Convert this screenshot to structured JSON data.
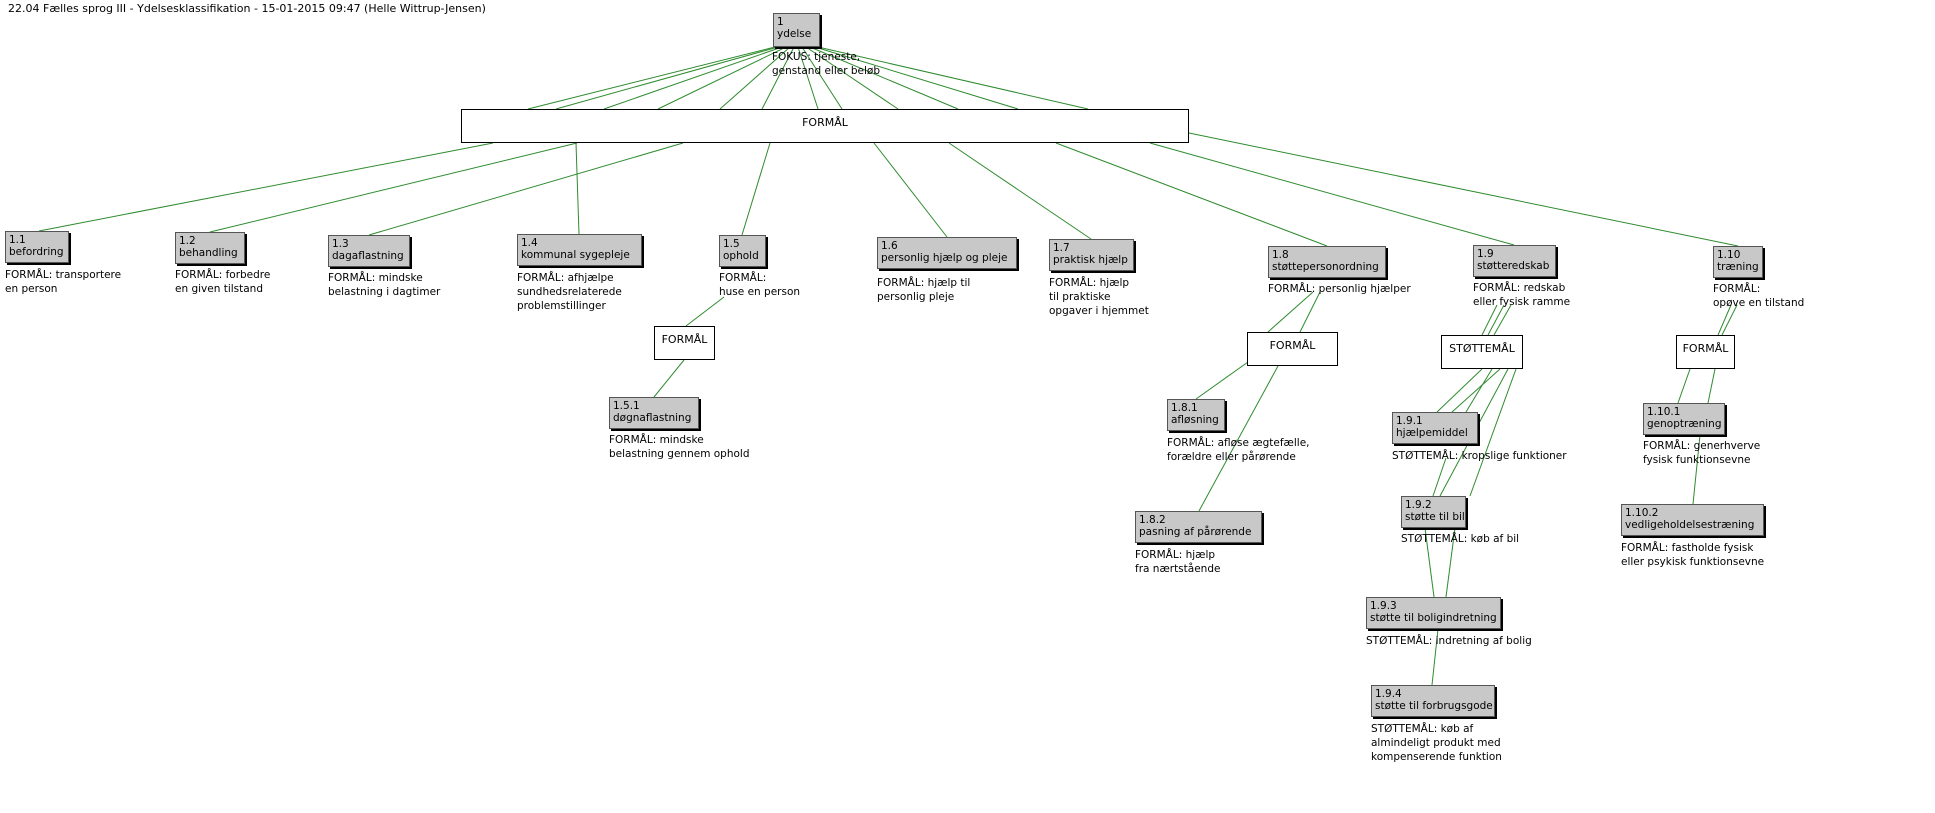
{
  "title": "22.04 Fælles sprog III - Ydelsesklassifikation - 15-01-2015 09:47 (Helle Wittrup-Jensen)",
  "root": {
    "num": "1",
    "label": "ydelse",
    "desc": [
      "FOKUS: tjeneste,",
      "genstand eller beløb"
    ]
  },
  "groups": {
    "top": "FORMÅL",
    "n15": "FORMÅL",
    "n18": "FORMÅL",
    "n19": "STØTTEMÅL",
    "n110": "FORMÅL"
  },
  "nodes": [
    {
      "id": "n11",
      "num": "1.1",
      "label": "befordring",
      "desc": [
        "FORMÅL: transportere",
        "en person"
      ]
    },
    {
      "id": "n12",
      "num": "1.2",
      "label": "behandling",
      "desc": [
        "FORMÅL: forbedre",
        "en given tilstand"
      ]
    },
    {
      "id": "n13",
      "num": "1.3",
      "label": "dagaflastning",
      "desc": [
        "FORMÅL: mindske",
        "belastning i dagtimer"
      ]
    },
    {
      "id": "n14",
      "num": "1.4",
      "label": "kommunal sygepleje",
      "desc": [
        "FORMÅL: afhjælpe",
        "sundhedsrelaterede",
        "problemstillinger"
      ]
    },
    {
      "id": "n15",
      "num": "1.5",
      "label": "ophold",
      "desc": [
        "FORMÅL:",
        "huse en person"
      ]
    },
    {
      "id": "n151",
      "num": "1.5.1",
      "label": "døgnaflastning",
      "desc": [
        "FORMÅL: mindske",
        "belastning gennem ophold"
      ]
    },
    {
      "id": "n16",
      "num": "1.6",
      "label": "personlig hjælp og pleje",
      "desc": [
        "FORMÅL: hjælp til",
        "personlig pleje"
      ]
    },
    {
      "id": "n17",
      "num": "1.7",
      "label": "praktisk hjælp",
      "desc": [
        "FORMÅL: hjælp",
        "til praktiske",
        "opgaver i hjemmet"
      ]
    },
    {
      "id": "n18",
      "num": "1.8",
      "label": "støttepersonordning",
      "desc": [
        "FORMÅL: personlig hjælper"
      ]
    },
    {
      "id": "n181",
      "num": "1.8.1",
      "label": "afløsning",
      "desc": [
        "FORMÅL: afløse ægtefælle,",
        "forældre eller pårørende"
      ]
    },
    {
      "id": "n182",
      "num": "1.8.2",
      "label": "pasning af pårørende",
      "desc": [
        "FORMÅL: hjælp",
        "fra nærtstående"
      ]
    },
    {
      "id": "n19",
      "num": "1.9",
      "label": "støtteredskab",
      "desc": [
        "FORMÅL: redskab",
        "eller fysisk ramme"
      ]
    },
    {
      "id": "n191",
      "num": "1.9.1",
      "label": "hjælpemiddel",
      "desc": [
        "STØTTEMÅL: kropslige funktioner"
      ]
    },
    {
      "id": "n192",
      "num": "1.9.2",
      "label": "støtte til bil",
      "desc": [
        "STØTTEMÅL: køb af bil"
      ]
    },
    {
      "id": "n193",
      "num": "1.9.3",
      "label": "støtte til boligindretning",
      "desc": [
        "STØTTEMÅL: indretning af bolig"
      ]
    },
    {
      "id": "n194",
      "num": "1.9.4",
      "label": "støtte til forbrugsgode",
      "desc": [
        "STØTTEMÅL: køb af",
        "almindeligt produkt med",
        "kompenserende funktion"
      ]
    },
    {
      "id": "n110",
      "num": "1.10",
      "label": "træning",
      "desc": [
        "FORMÅL:",
        "opøve en tilstand"
      ]
    },
    {
      "id": "n1101",
      "num": "1.10.1",
      "label": "genoptræning",
      "desc": [
        "FORMÅL: generhverve",
        "fysisk funktionsevne"
      ]
    },
    {
      "id": "n1102",
      "num": "1.10.2",
      "label": "vedligeholdelsestræning",
      "desc": [
        "FORMÅL: fastholde fysisk",
        "eller psykisk funktionsevne"
      ]
    }
  ],
  "edge_color": "#2e8b2e"
}
